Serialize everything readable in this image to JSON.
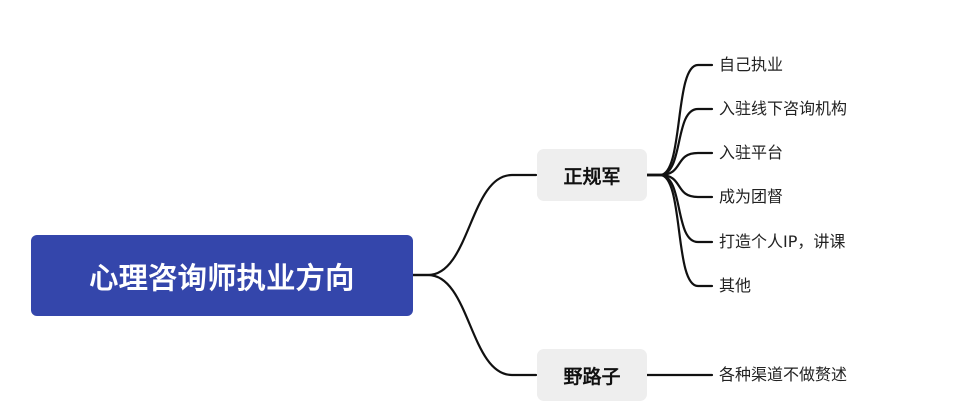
{
  "root": {
    "label": "心理咨询师执业方向"
  },
  "branches": [
    {
      "label": "正规军",
      "children": [
        "自己执业",
        "入驻线下咨询机构",
        "入驻平台",
        "成为团督",
        "打造个人IP，讲课",
        "其他"
      ]
    },
    {
      "label": "野路子",
      "children": [
        "各种渠道不做赘述"
      ]
    }
  ],
  "colors": {
    "root_fill": "#3446ab",
    "root_text": "#ffffff",
    "branch_fill": "#eeeeee",
    "line": "#111111"
  }
}
